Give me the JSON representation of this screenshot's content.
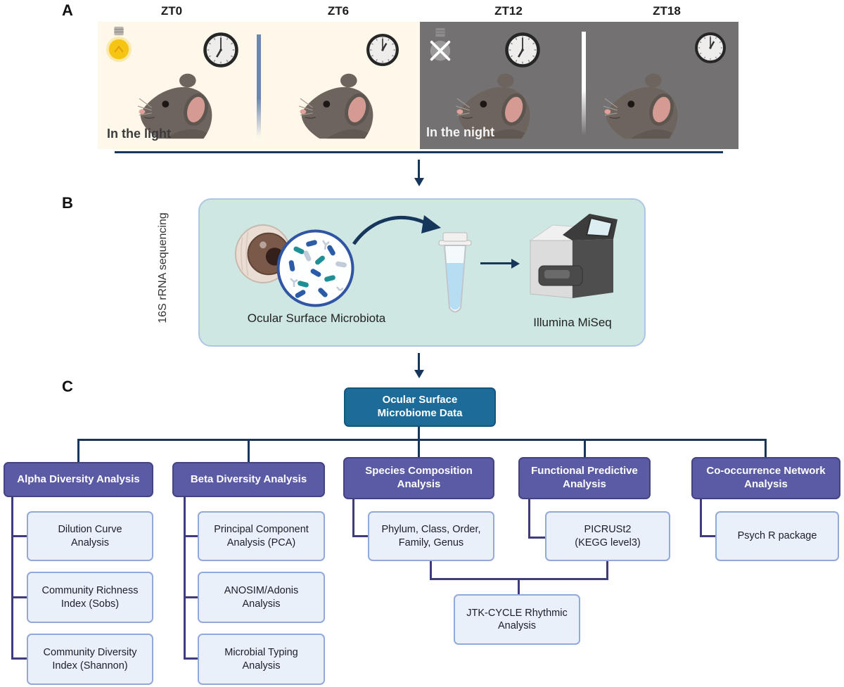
{
  "colors": {
    "navy": "#17365c",
    "purple_box": "#5a5aa5",
    "purple_border": "#454384",
    "teal_box": "#1c6b99",
    "subbox_fill": "#eaf0fa",
    "subbox_border": "#93a9d8",
    "connector_purple": "#3f3c7c",
    "panel_b_fill": "#cfe7e3",
    "panel_b_border": "#aec6e6",
    "light_bg": "#fdf8ea",
    "night_bg": "#747172"
  },
  "panel_a": {
    "label": "A",
    "timepoints": [
      "ZT0",
      "ZT6",
      "ZT12",
      "ZT18"
    ],
    "light_label": "In the light",
    "night_label": "In the night"
  },
  "panel_b": {
    "label": "B",
    "side_label": "16S rRNA sequencing",
    "microbiota_label": "Ocular Surface Microbiota",
    "sequencer_label": "Illumina MiSeq"
  },
  "panel_c": {
    "label": "C",
    "root_label": "Ocular Surface\nMicrobiome Data",
    "branches": [
      {
        "label": "Alpha Diversity Analysis",
        "children": [
          "Dilution Curve\nAnalysis",
          "Community Richness\nIndex (Sobs)",
          "Community Diversity\nIndex (Shannon)"
        ]
      },
      {
        "label": "Beta Diversity Analysis",
        "children": [
          "Principal Component\nAnalysis (PCA)",
          "ANOSIM/Adonis\nAnalysis",
          "Microbial Typing\nAnalysis"
        ]
      },
      {
        "label": "Species Composition\nAnalysis",
        "children": [
          "Phylum, Class, Order,\nFamily, Genus"
        ]
      },
      {
        "label": "Functional Predictive\nAnalysis",
        "children": [
          "PICRUSt2\n(KEGG level3)"
        ]
      },
      {
        "label": "Co-occurrence Network\nAnalysis",
        "children": [
          "Psych R package"
        ]
      }
    ],
    "merge_label": "JTK-CYCLE Rhythmic\nAnalysis"
  }
}
